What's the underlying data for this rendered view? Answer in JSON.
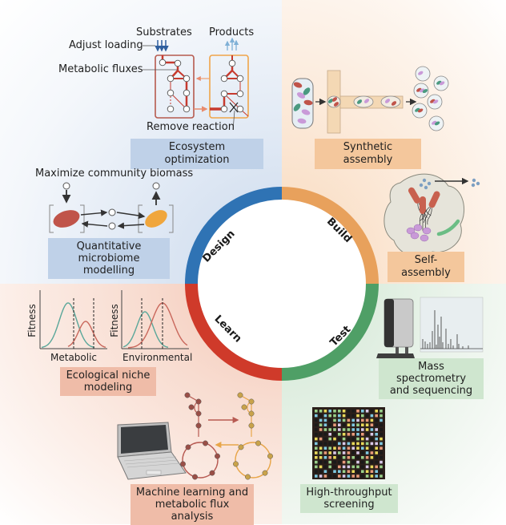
{
  "cycle": {
    "stages": [
      {
        "name": "Design",
        "color": "#2f73b4"
      },
      {
        "name": "Build",
        "color": "#e8a15c"
      },
      {
        "name": "Test",
        "color": "#4f9f66"
      },
      {
        "name": "Learn",
        "color": "#cf3a2a"
      }
    ]
  },
  "design": {
    "ecosystem": {
      "substrates_label": "Substrates",
      "products_label": "Products",
      "adjust_loading_label": "Adjust loading",
      "metabolic_fluxes_label": "Metabolic fluxes",
      "remove_reaction_label": "Remove reaction",
      "caption": "Ecosystem optimization"
    },
    "community": {
      "title": "Maximize community biomass",
      "caption_line1": "Quantitative",
      "caption_line2": "microbiome modelling"
    }
  },
  "build": {
    "synthetic_caption": "Synthetic assembly",
    "self_caption": "Self-assembly"
  },
  "test": {
    "mass_spec_caption_line1": "Mass spectrometry",
    "mass_spec_caption_line2": "and sequencing",
    "screening_caption_line1": "High-throughput",
    "screening_caption_line2": "screening"
  },
  "learn": {
    "niche": {
      "y_label": "Fitness",
      "x_label_left": "Metabolic",
      "x_label_right": "Environmental",
      "caption_line1": "Ecological niche",
      "caption_line2": "modeling"
    },
    "ml": {
      "caption_line1": "Machine learning and",
      "caption_line2": "metabolic flux analysis"
    }
  },
  "colors": {
    "red_strain": "#c0544a",
    "orange_strain": "#f0a63c",
    "teal_curve": "#5aa79a",
    "red_curve": "#c9675b",
    "purple_cell": "#c99ad8",
    "green_cell": "#4a9a80"
  }
}
